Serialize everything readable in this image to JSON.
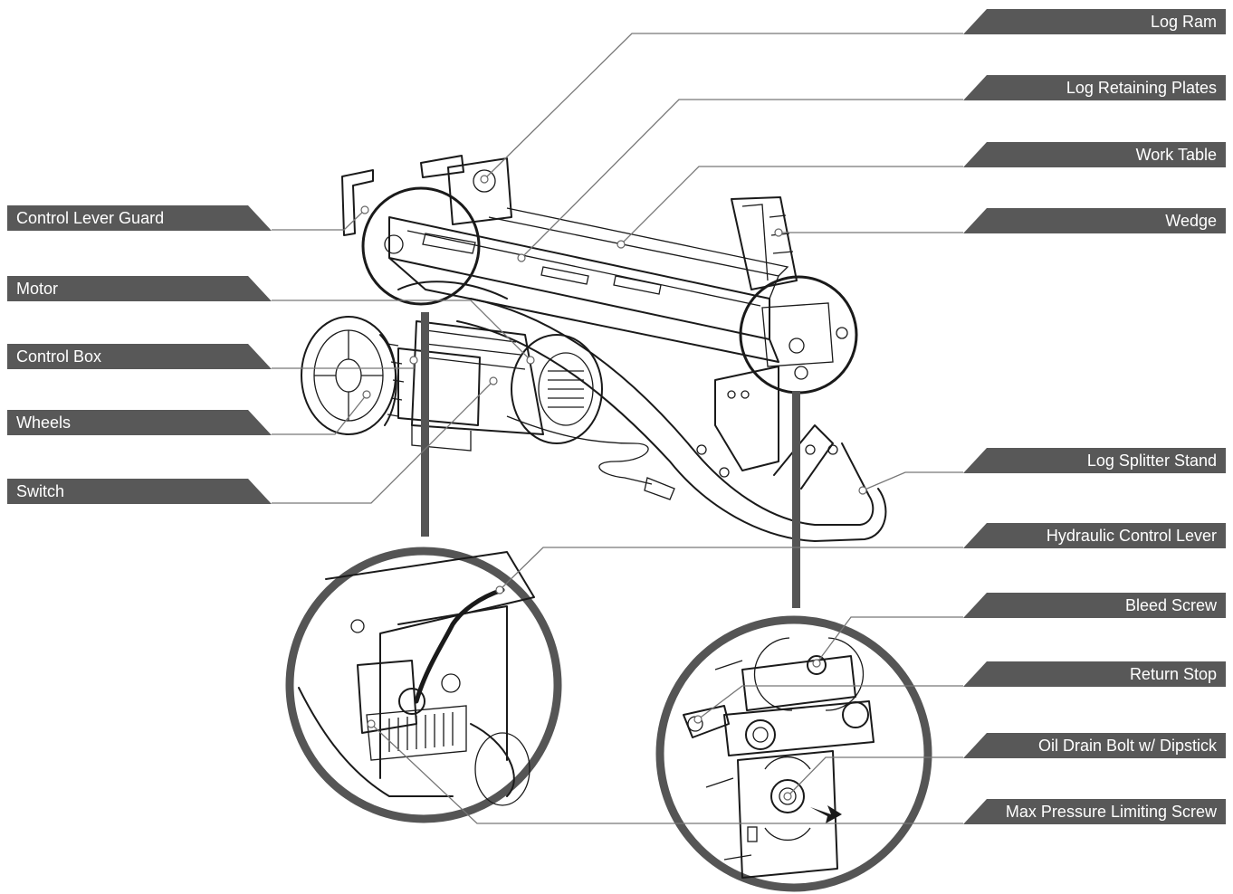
{
  "labels_right": [
    {
      "id": "log-ram",
      "text": "Log Ram"
    },
    {
      "id": "log-retaining-plates",
      "text": "Log Retaining Plates"
    },
    {
      "id": "work-table",
      "text": "Work Table"
    },
    {
      "id": "wedge",
      "text": "Wedge"
    },
    {
      "id": "log-splitter-stand",
      "text": "Log Splitter Stand"
    },
    {
      "id": "hydraulic-control-lever",
      "text": "Hydraulic Control Lever"
    },
    {
      "id": "bleed-screw",
      "text": "Bleed Screw"
    },
    {
      "id": "return-stop",
      "text": "Return Stop"
    },
    {
      "id": "oil-drain-bolt",
      "text": "Oil Drain Bolt w/ Dipstick"
    },
    {
      "id": "max-pressure-screw",
      "text": "Max Pressure Limiting Screw"
    }
  ],
  "labels_left": [
    {
      "id": "control-lever-guard",
      "text": "Control Lever Guard"
    },
    {
      "id": "motor",
      "text": "Motor"
    },
    {
      "id": "control-box",
      "text": "Control Box"
    },
    {
      "id": "wheels",
      "text": "Wheels"
    },
    {
      "id": "switch",
      "text": "Switch"
    }
  ],
  "colors": {
    "label_background": "#585858",
    "label_text": "#ffffff",
    "leader_line": "#777777",
    "drawing": "#1a1a1a"
  }
}
